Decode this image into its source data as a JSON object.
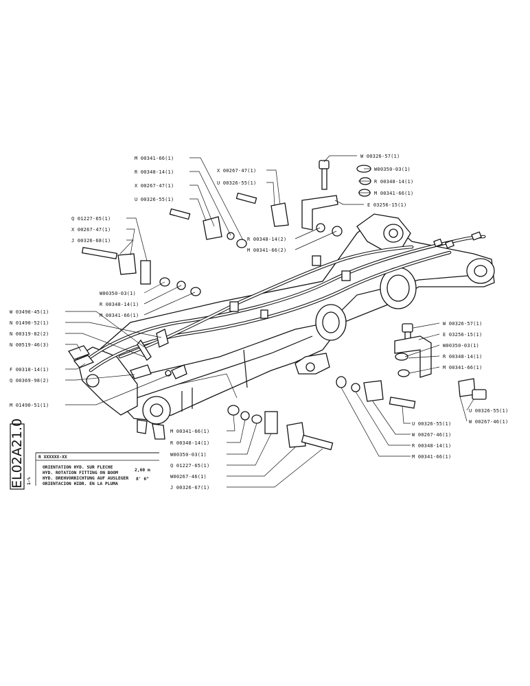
{
  "drawing": {
    "reference": "EL02A21.0",
    "scale": "1-%",
    "code": "R XXXXXX-XX",
    "title_lines": [
      "ORIENTATION HYD. SUR FLECHE",
      "HYD. ROTATION FITTING ON BOOM",
      "HYD. DREHVORRICHTUNG AUF AUSLEGER",
      "ORIENTACION HIDR. EN LA PLUMA"
    ],
    "size_1": "2,60 m",
    "size_2": "8' 6\""
  },
  "callouts": {
    "top_left_group": [
      "M 00341-66(1)",
      "R 00348-14(1)",
      "X 00267-47(1)",
      "U 00326-55(1)"
    ],
    "top_center_group": [
      "X 00267-47(1)",
      "U 00326-55(1)"
    ],
    "top_right_group": [
      "W 00326-57(1)",
      "W00350-03(1)",
      "R 00348-14(1)",
      "M 00341-66(1)",
      "E 03256-15(1)"
    ],
    "mid_center": [
      "R 00348-14(2)",
      "M 00341-66(2)"
    ],
    "left_clamp_group": [
      "Q 01227-65(1)",
      "X 00267-47(1)",
      "J 00326-68(1)"
    ],
    "left_washer_group": [
      "W00350-03(1)",
      "R 00348-14(1)",
      "M 00341-66(1)"
    ],
    "left_hose_group": [
      "W 03490-45(1)",
      "N 01490-52(1)",
      "N 00319-82(2)",
      "N 00519-46(3)",
      "F 00318-14(1)",
      "Q 00369-98(2)",
      "M 01490-51(1)"
    ],
    "right_group": [
      "W 00326-57(1)",
      "E 03256-15(1)",
      "W00350-03(1)",
      "R 00348-14(1)",
      "M 00341-66(1)"
    ],
    "right_bottom_group": [
      "U 00326-55(1)",
      "W 00267-46(1)"
    ],
    "bottom_center_group": [
      "U 00326-55(1)",
      "W 00267-46(1)",
      "R 00348-14(1)",
      "M 00341-66(1)"
    ],
    "bottom_left_group": [
      "M 00341-66(1)",
      "R 00348-14(1)",
      "W00350-03(1)",
      "Q 01227-65(1)",
      "W00267-46(1)",
      "J 00326-67(1)"
    ]
  }
}
